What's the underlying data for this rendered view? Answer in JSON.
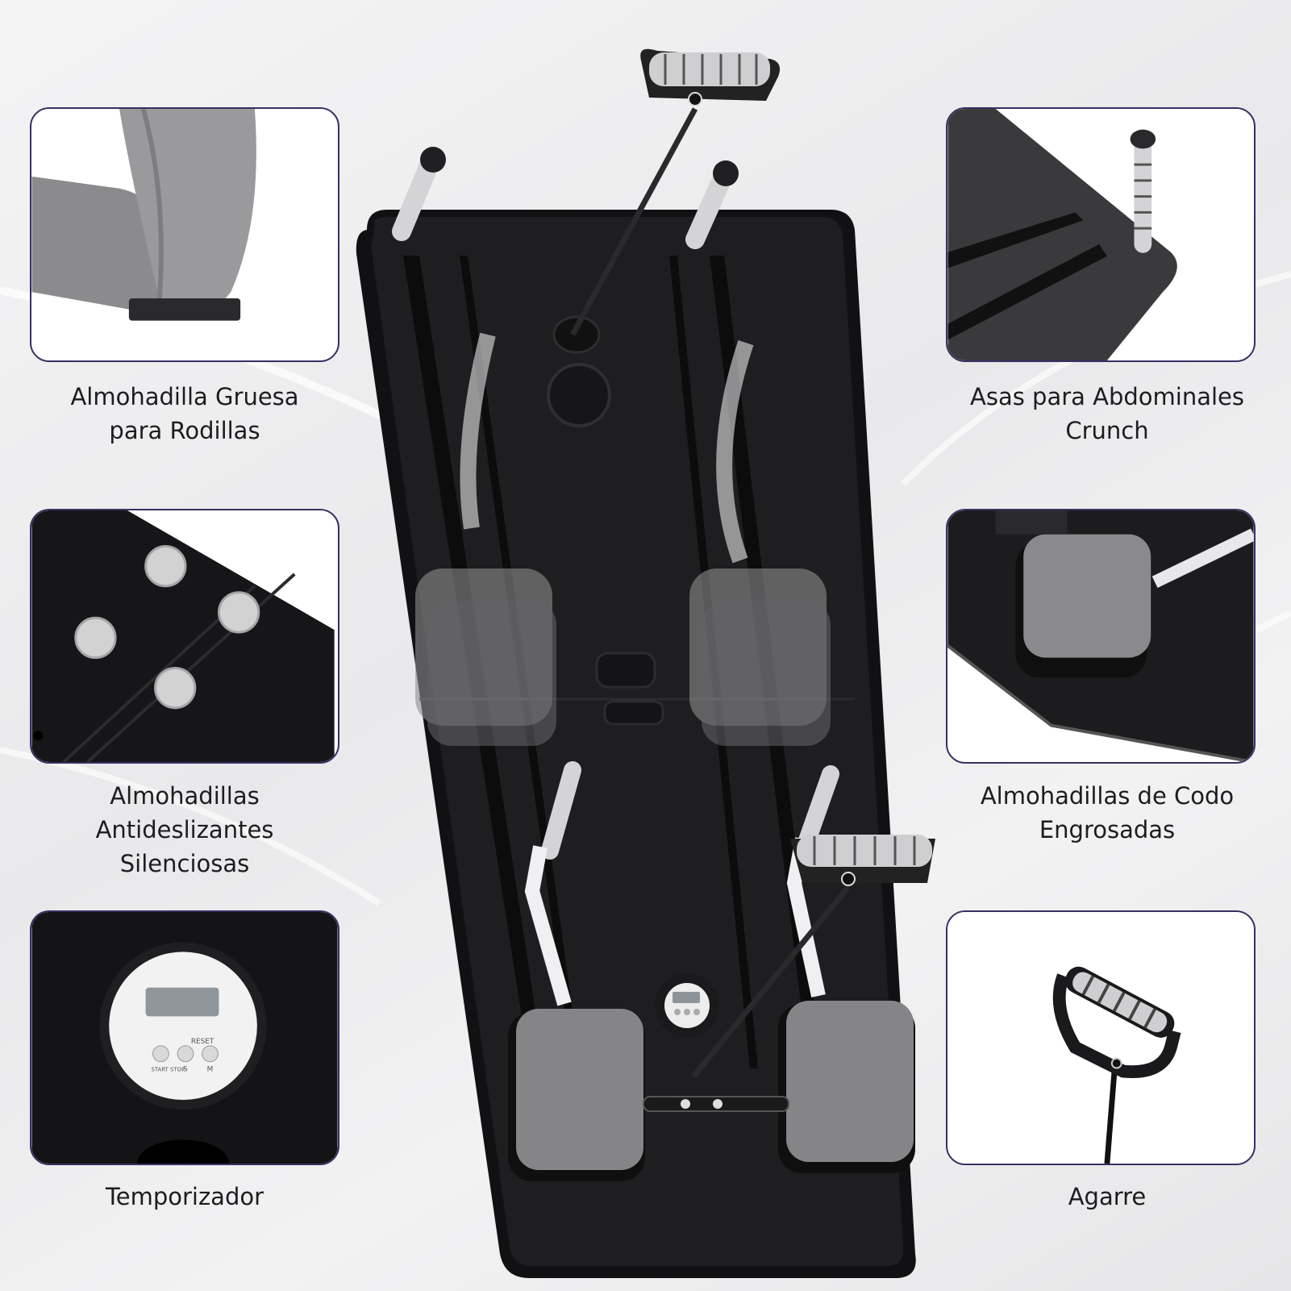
{
  "features": [
    {
      "id": "knee-pad",
      "caption": "Almohadilla Gruesa\npara Rodillas"
    },
    {
      "id": "crunch-handles",
      "caption": "Asas para Abdominales\nCrunch"
    },
    {
      "id": "anti-slip-pads",
      "caption": "Almohadillas\nAntideslizantes\nSilenciosas"
    },
    {
      "id": "elbow-pads",
      "caption": "Almohadillas de Codo\nEngrosadas"
    },
    {
      "id": "timer",
      "caption": "Temporizador"
    },
    {
      "id": "grip",
      "caption": "Agarre"
    }
  ],
  "timer_labels": {
    "reset": "RESET",
    "s": "S",
    "m": "M",
    "start_stop": "START\nSTOP"
  },
  "colors": {
    "panel_border": "#3a2f63",
    "device_black": "#1c1c1e",
    "pad_gray": "#8a8a8c",
    "accent_white": "#f2f2f2"
  }
}
